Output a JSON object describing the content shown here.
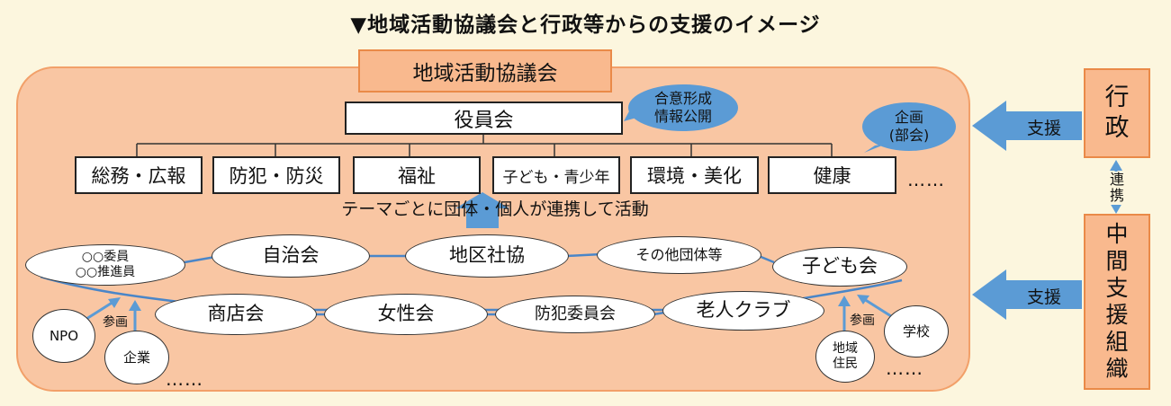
{
  "title": "▼地域活動協議会と行政等からの支援のイメージ",
  "council_label": "地域活動協議会",
  "officers_label": "役員会",
  "bubble_consensus": "合意形成\n情報公開",
  "bubble_planning": "企画\n(部会)",
  "categories": [
    "総務・広報",
    "防犯・防災",
    "福祉",
    "子ども・青少年",
    "環境・美化",
    "健康"
  ],
  "categories_ellipsis": "……",
  "theme_text": "テーマごとに団体・個人が連携して活動",
  "groups_top": [
    "○○委員\n○○推進員",
    "自治会",
    "地区社協",
    "その他団体等",
    "子ども会"
  ],
  "groups_bottom": [
    "商店会",
    "女性会",
    "防犯委員会",
    "老人クラブ"
  ],
  "outer_left": [
    "NPO",
    "企業"
  ],
  "outer_right": [
    "地域\n住民",
    "学校"
  ],
  "participate_label": "参画",
  "ellipsis": "……",
  "government_label": "行\n政",
  "intermediary_label": "中\n間\n支\n援\n組\n織",
  "support_label": "支援",
  "collaboration_label": "連\n携",
  "colors": {
    "panel_fill": "#f9c6a3",
    "panel_border": "#f2a069",
    "council_fill": "#f9b98e",
    "bubble_blue": "#5b9bd5",
    "background": "#fcf6de"
  }
}
